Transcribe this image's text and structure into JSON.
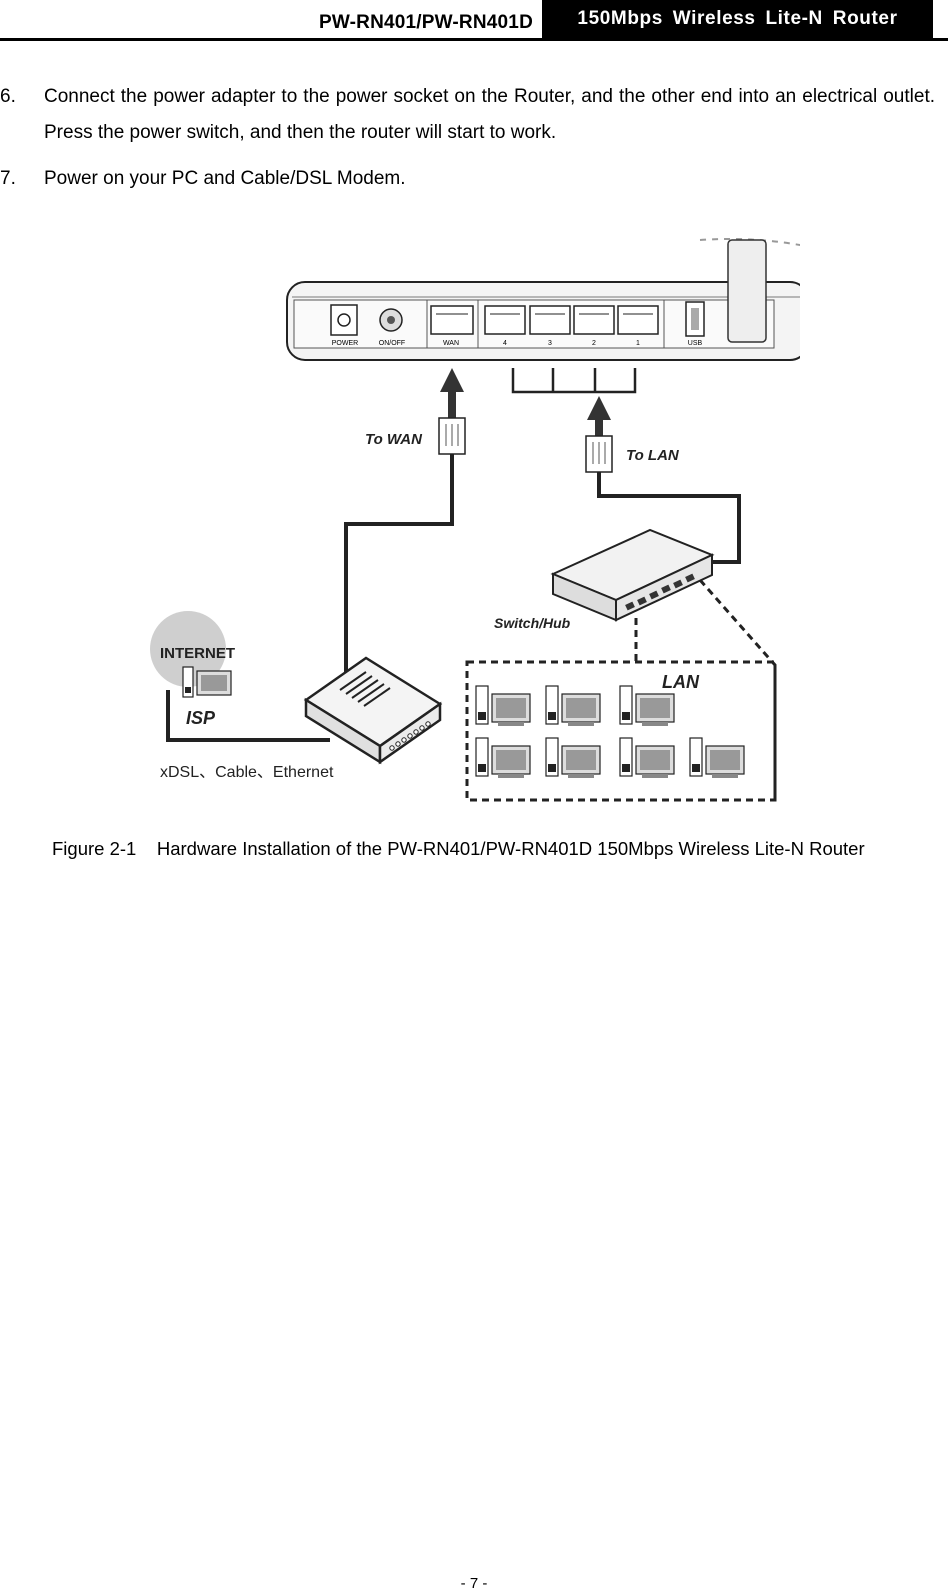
{
  "header": {
    "model": "PW-RN401/PW-RN401D",
    "product": "150Mbps  Wireless  Lite-N  Router"
  },
  "steps": [
    {
      "number": "6.",
      "text": "Connect the power adapter to the power socket on the Router, and the other end into an electrical outlet. Press the power switch, and then the router will start to work."
    },
    {
      "number": "7.",
      "text": "Power on your PC and Cable/DSL Modem."
    }
  ],
  "figure": {
    "router_ports": [
      "POWER",
      "ON/OFF",
      "WAN",
      "4",
      "3",
      "2",
      "1",
      "USB"
    ],
    "labels": {
      "to_wan": "To WAN",
      "to_lan": "To LAN",
      "switch_hub": "Switch/Hub",
      "internet": "INTERNET",
      "isp": "ISP",
      "lan": "LAN",
      "connection": "xDSL、Cable、Ethernet"
    },
    "caption": "Figure 2-1    Hardware Installation of the PW-RN401/PW-RN401D 150Mbps Wireless Lite-N Router"
  },
  "footer": {
    "page": "- 7 -"
  }
}
